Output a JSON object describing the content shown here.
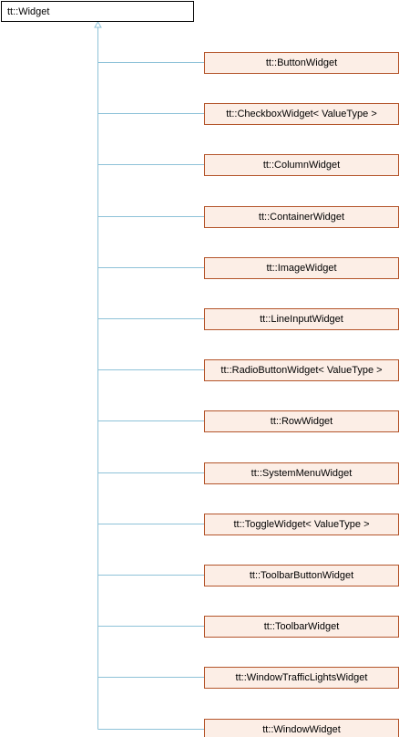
{
  "colors": {
    "base_fill": "#ffffff",
    "base_stroke": "#000000",
    "derived_fill": "#fceee6",
    "derived_stroke": "#b4552b",
    "edge": "#8ec2d8"
  },
  "base": {
    "label": "tt::Widget"
  },
  "derived": [
    {
      "label": "tt::ButtonWidget"
    },
    {
      "label": "tt::CheckboxWidget< ValueType >"
    },
    {
      "label": "tt::ColumnWidget"
    },
    {
      "label": "tt::ContainerWidget"
    },
    {
      "label": "tt::ImageWidget"
    },
    {
      "label": "tt::LineInputWidget"
    },
    {
      "label": "tt::RadioButtonWidget< ValueType >"
    },
    {
      "label": "tt::RowWidget"
    },
    {
      "label": "tt::SystemMenuWidget"
    },
    {
      "label": "tt::ToggleWidget< ValueType >"
    },
    {
      "label": "tt::ToolbarButtonWidget"
    },
    {
      "label": "tt::ToolbarWidget"
    },
    {
      "label": "tt::WindowTrafficLightsWidget"
    },
    {
      "label": "tt::WindowWidget"
    }
  ]
}
